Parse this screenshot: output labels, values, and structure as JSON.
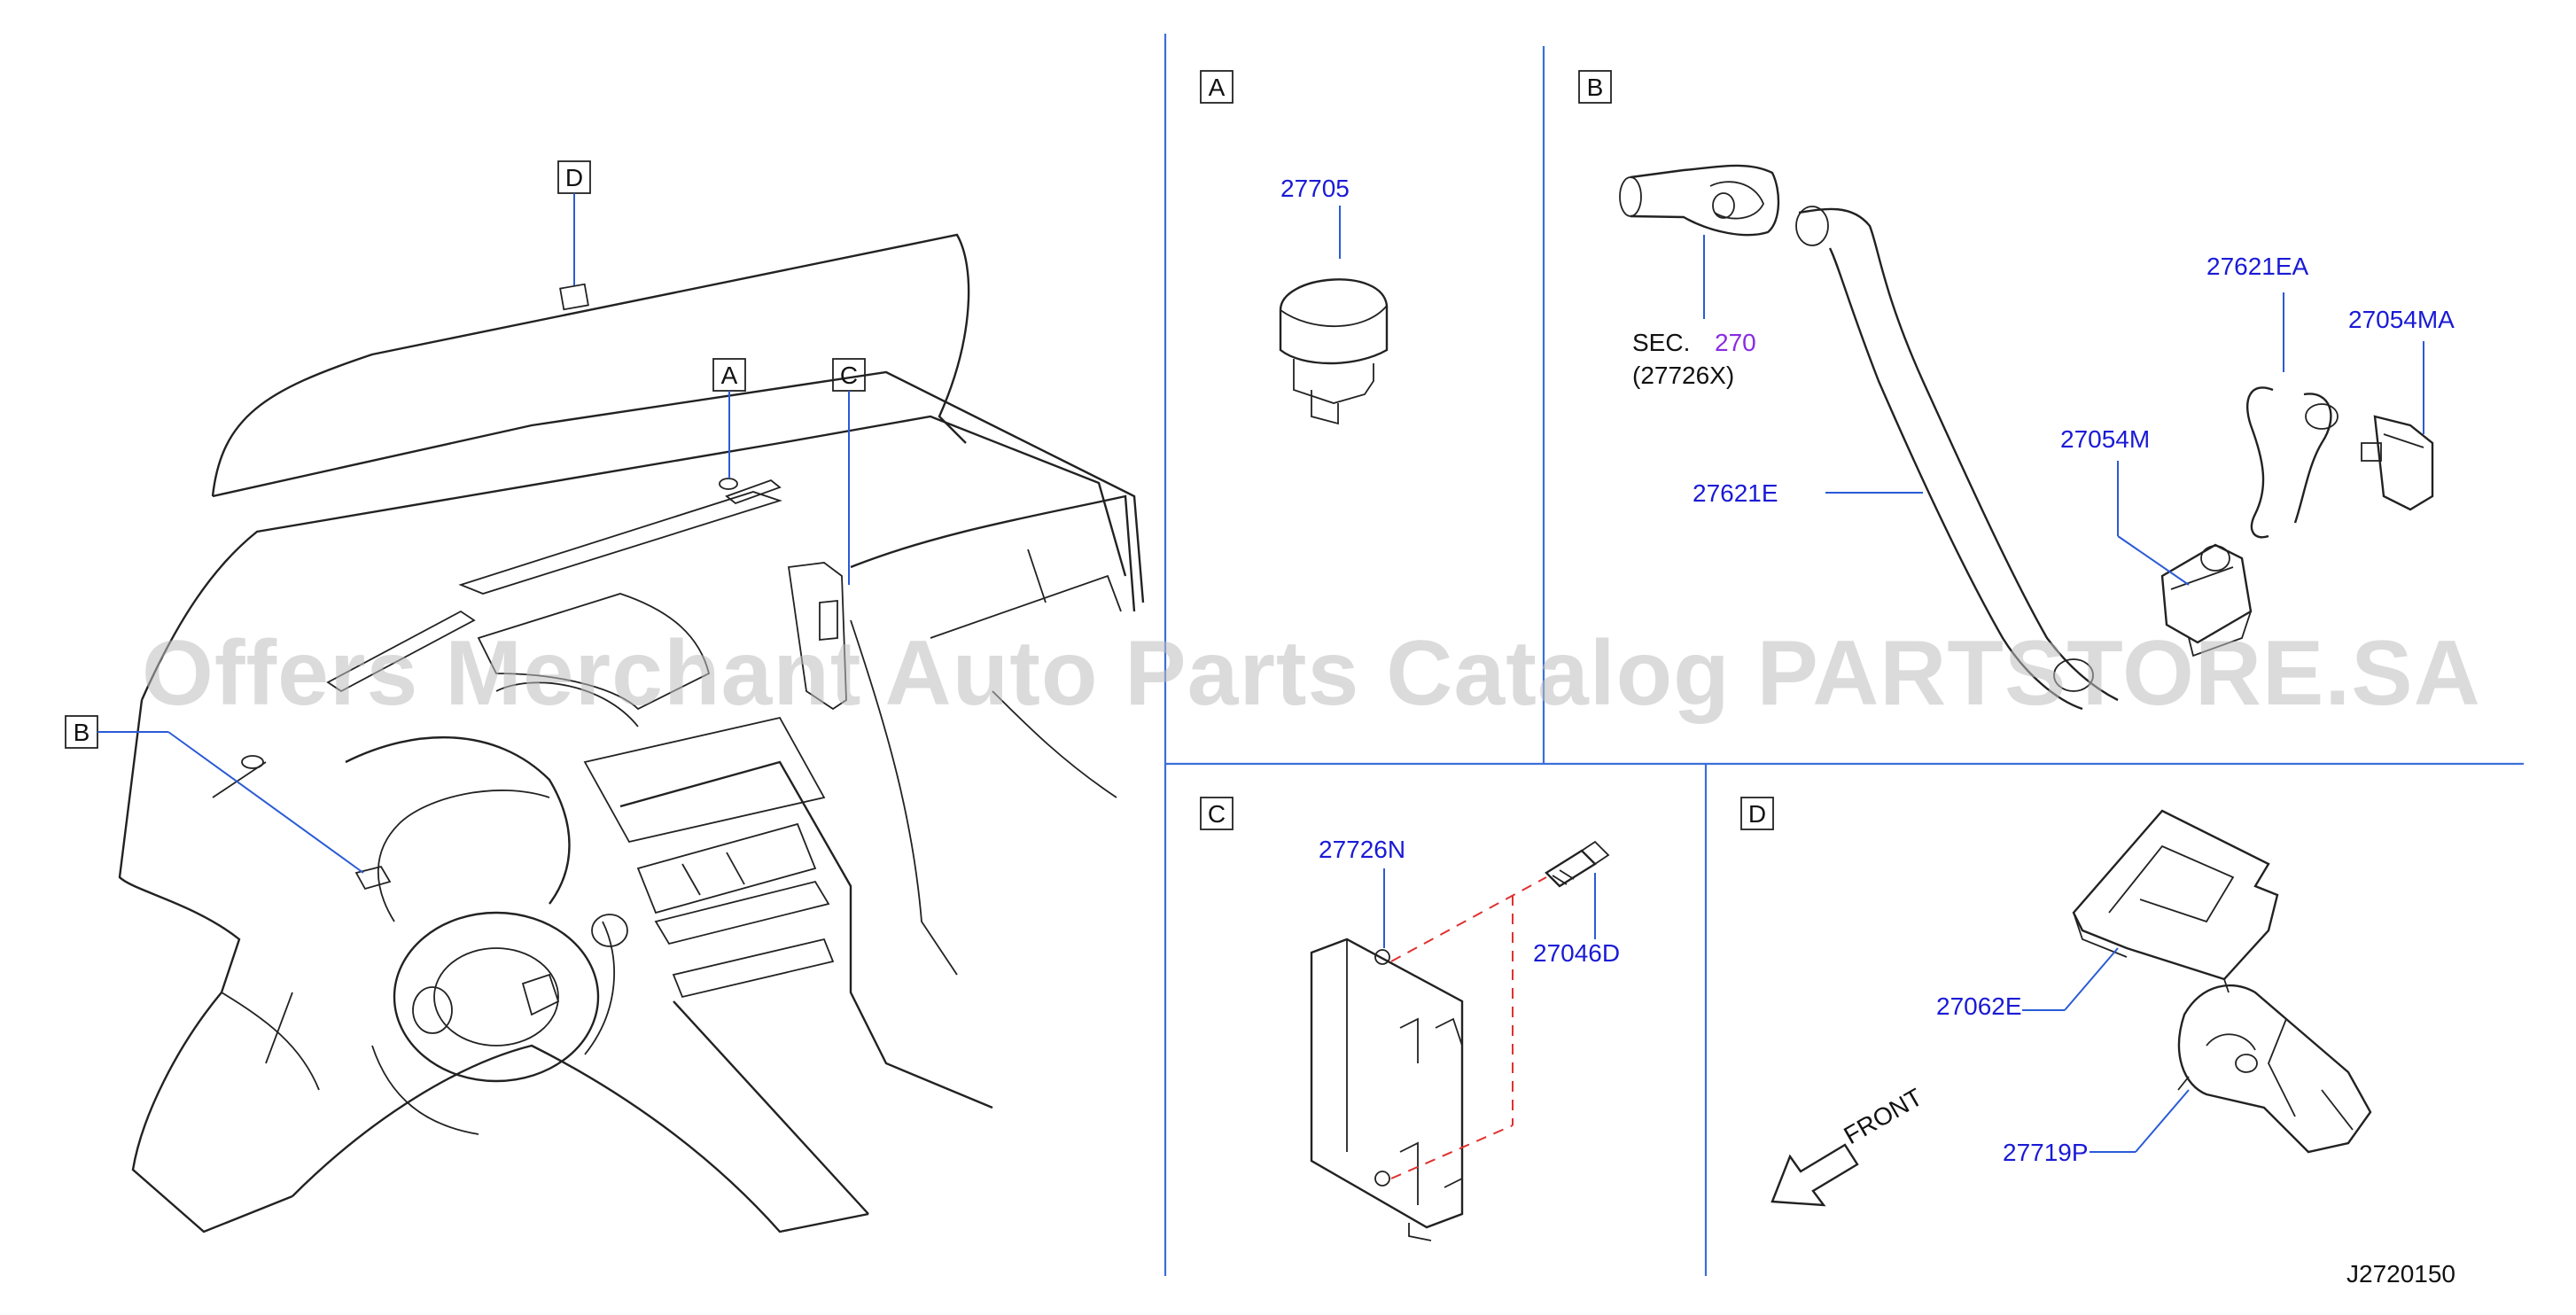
{
  "callouts": {
    "a": "A",
    "b": "B",
    "c": "C",
    "d": "D"
  },
  "panels": {
    "a": {
      "box": "A",
      "parts": [
        "27705"
      ]
    },
    "b": {
      "box": "B",
      "sec_prefix": "SEC.",
      "sec_number": "270",
      "sec_ref": "(27726X)",
      "parts": [
        "27621EA",
        "27054MA",
        "27054M",
        "27621E"
      ]
    },
    "c": {
      "box": "C",
      "parts": [
        "27726N",
        "27046D"
      ]
    },
    "d": {
      "box": "D",
      "parts": [
        "27062E",
        "27719P"
      ],
      "front_label": "FRONT"
    }
  },
  "diagram_code": "J2720150",
  "watermark": "Offers Merchant Auto Parts Catalog PARTSTORE.SA",
  "colors": {
    "part_number": "#1a1ad6",
    "section_number": "#8a2be2",
    "divider": "#3b6fd8",
    "dashed_guide": "#e03030"
  }
}
